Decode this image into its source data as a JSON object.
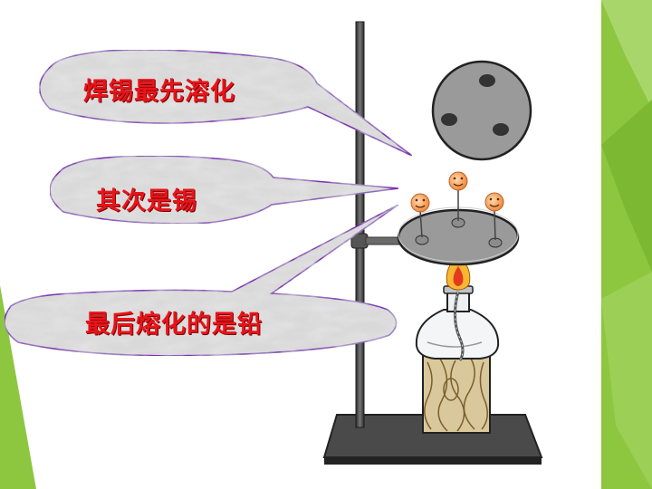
{
  "callouts": [
    {
      "text": "焊锡最先溶化"
    },
    {
      "text": "其次是锡"
    },
    {
      "text": "最后熔化的是铅"
    }
  ],
  "colors": {
    "label_text": "#e8141a",
    "bubble_fill": "#d9d9d9",
    "bubble_stroke": "#7b2fb0",
    "plate_fill": "#9a9a9a",
    "green_accent": "#8dc63f",
    "wood": "#d9c89b"
  }
}
